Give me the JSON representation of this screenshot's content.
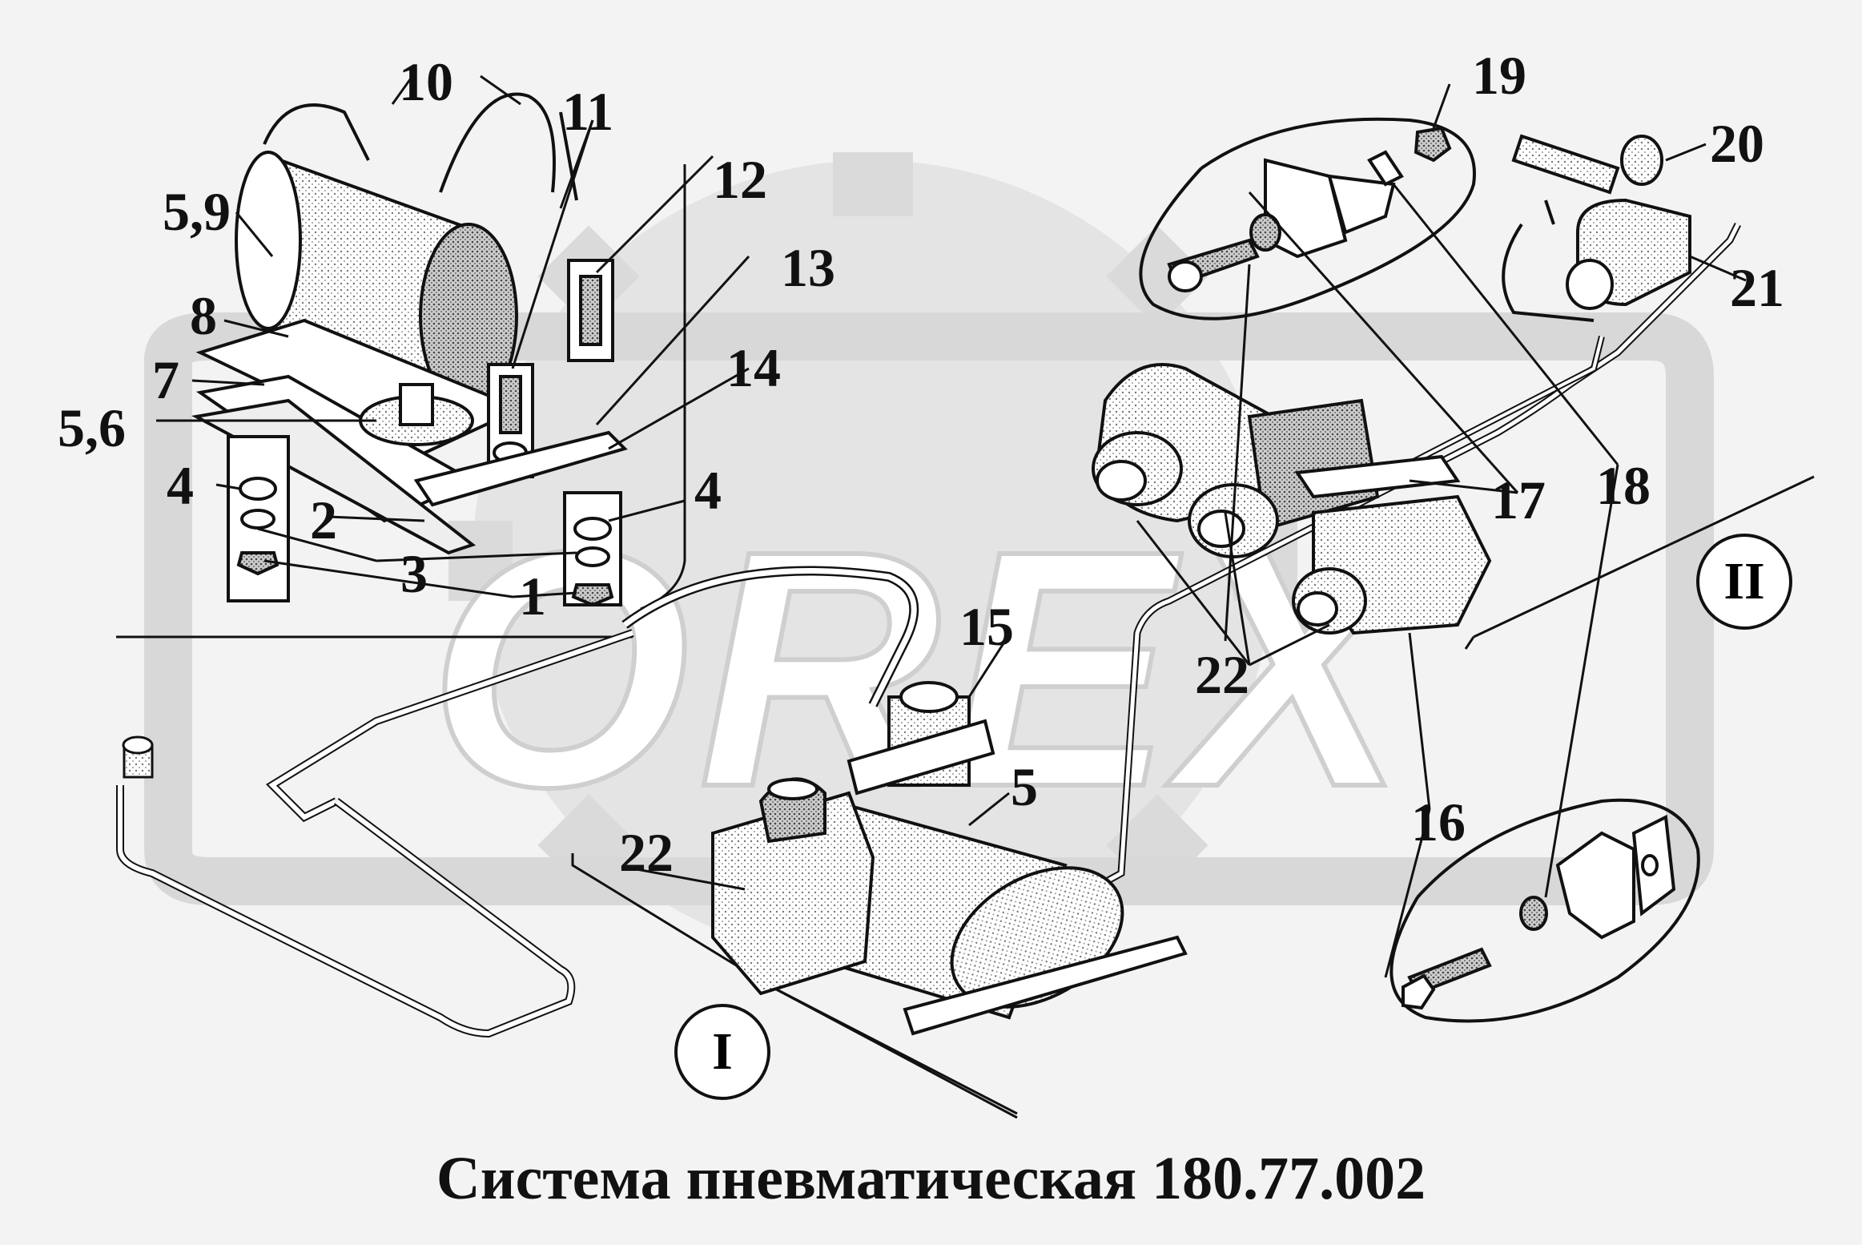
{
  "caption": "Система пневматическая 180.77.002",
  "watermark": "OREX",
  "callouts": {
    "c10": "10",
    "c11": "11",
    "c12": "12",
    "c13": "13",
    "c14": "14",
    "c59": "5,9",
    "c8": "8",
    "c7": "7",
    "c56": "5,6",
    "c4a": "4",
    "c2": "2",
    "c3": "3",
    "c1": "1",
    "c4b": "4",
    "c15": "15",
    "c5": "5",
    "c22a": "22",
    "c19": "19",
    "c20": "20",
    "c21": "21",
    "c17": "17",
    "c18": "18",
    "c22b": "22",
    "c16": "16"
  },
  "views": {
    "view1": "I",
    "view2": "II"
  },
  "colors": {
    "line": "#111111",
    "background": "#f3f3f3",
    "watermark": "#d6d6d6",
    "shade": "#9a9a9a"
  }
}
